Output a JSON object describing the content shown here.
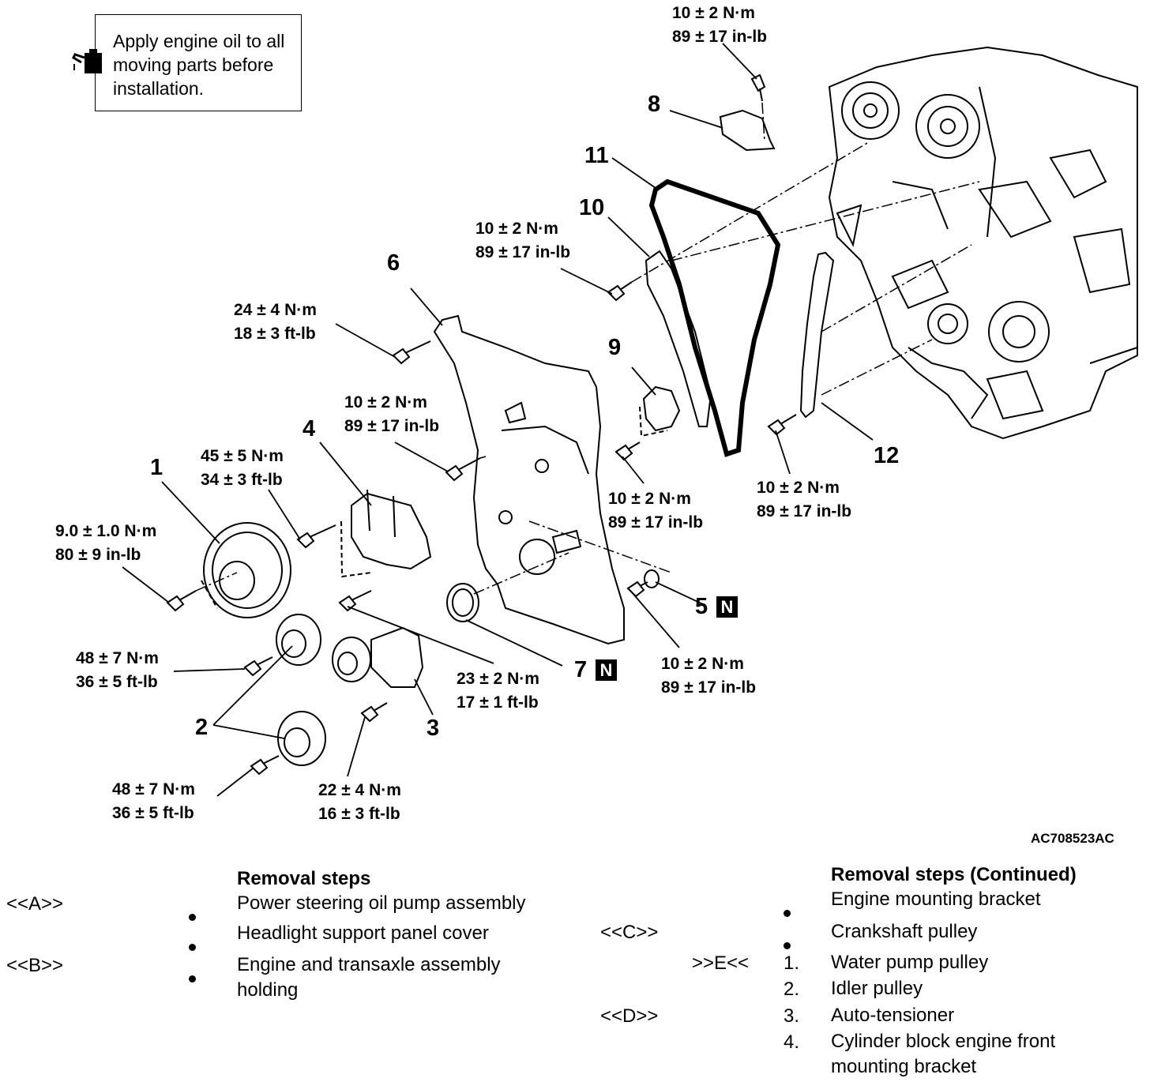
{
  "note": {
    "text": "Apply engine oil to all\nmoving parts before\ninstallation."
  },
  "torques": [
    {
      "id": "t-top",
      "text": "10 ± 2 N·m\n89 ± 17 in-lb"
    },
    {
      "id": "t-10",
      "text": "10 ± 2 N·m\n89 ± 17 in-lb"
    },
    {
      "id": "t-6",
      "text": "24 ± 4 N·m\n18 ± 3 ft-lb"
    },
    {
      "id": "t-cover",
      "text": "10 ± 2 N·m\n89 ± 17 in-lb"
    },
    {
      "id": "t-4",
      "text": "45 ± 5 N·m\n34 ± 3 ft-lb"
    },
    {
      "id": "t-1",
      "text": "9.0 ± 1.0 N·m\n80 ± 9 in-lb"
    },
    {
      "id": "t-2a",
      "text": "48 ± 7 N·m\n36 ± 5 ft-lb"
    },
    {
      "id": "t-2b",
      "text": "48 ± 7 N·m\n36 ± 5 ft-lb"
    },
    {
      "id": "t-3",
      "text": "22 ± 4 N·m\n16 ± 3 ft-lb"
    },
    {
      "id": "t-bracket",
      "text": "23 ± 2 N·m\n17 ± 1 ft-lb"
    },
    {
      "id": "t-9",
      "text": "10 ± 2 N·m\n89 ± 17 in-lb"
    },
    {
      "id": "t-12",
      "text": "10 ± 2 N·m\n89 ± 17 in-lb"
    },
    {
      "id": "t-5",
      "text": "10 ± 2 N·m\n89 ± 17 in-lb"
    }
  ],
  "parts": [
    "1",
    "2",
    "3",
    "4",
    "5",
    "6",
    "7",
    "8",
    "9",
    "10",
    "11",
    "12"
  ],
  "badge": "N",
  "figure_code": "AC708523AC",
  "steps_left": {
    "header": "Removal steps",
    "rows": [
      {
        "ref": "<<A>>",
        "text": "Power steering oil pump assembly"
      },
      {
        "ref": "",
        "text": "Headlight support panel cover"
      },
      {
        "ref": "<<B>>",
        "text": "Engine and transaxle assembly\nholding"
      }
    ]
  },
  "steps_right": {
    "header": "Removal steps (Continued)",
    "rows": [
      {
        "ref": "",
        "mark": "",
        "text": "Engine mounting bracket"
      },
      {
        "ref": "<<C>>",
        "mark": "",
        "text": "Crankshaft pulley"
      },
      {
        "ref": ">>E<<",
        "mark": "1.",
        "text": "Water pump pulley"
      },
      {
        "ref": "",
        "mark": "2.",
        "text": "Idler pulley"
      },
      {
        "ref": "<<D>>",
        "mark": "3.",
        "text": "Auto-tensioner"
      },
      {
        "ref": "",
        "mark": "4.",
        "text": "Cylinder block engine front\nmounting bracket"
      }
    ]
  }
}
